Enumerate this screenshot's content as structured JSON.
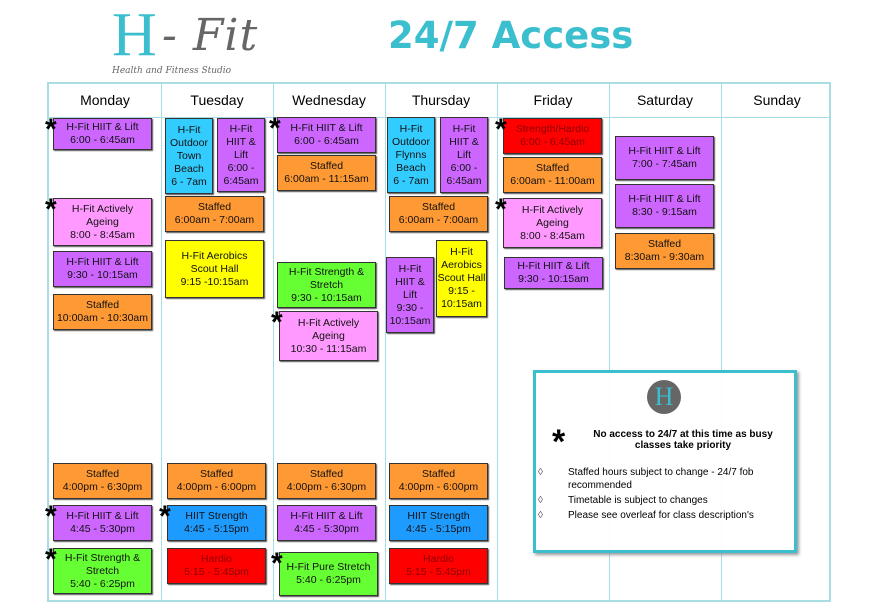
{
  "header": {
    "logo_main": "H",
    "logo_script": "- Fit",
    "logo_tagline": "Health and Fitness Studio",
    "title": "24/7 Access"
  },
  "days": [
    "Monday",
    "Tuesday",
    "Wednesday",
    "Thursday",
    "Friday",
    "Saturday",
    "Sunday"
  ],
  "colors": {
    "purple": "#cc66ff",
    "pink": "#ff99ff",
    "orange": "#ff9933",
    "cyan": "#33ccff",
    "yellow": "#ffff00",
    "green": "#66ff33",
    "blue": "#1e9bff",
    "red": "#ff0000",
    "accent": "#3bbfcf"
  },
  "schedule": {
    "blocks": [
      {
        "day": "Monday",
        "lines": [
          "H-Fit HIIT & Lift",
          "6:00 - 6:45am"
        ],
        "color": "purple",
        "no_access": true
      },
      {
        "day": "Monday",
        "lines": [
          "H-Fit Actively",
          "Ageing",
          "8:00 - 8:45am"
        ],
        "color": "pink",
        "no_access": true
      },
      {
        "day": "Monday",
        "lines": [
          "H-Fit HIIT & Lift",
          "9:30 - 10:15am"
        ],
        "color": "purple",
        "no_access": false
      },
      {
        "day": "Monday",
        "lines": [
          "Staffed",
          "10:00am - 10:30am"
        ],
        "color": "orange",
        "no_access": false
      },
      {
        "day": "Monday",
        "lines": [
          "Staffed",
          "4:00pm - 6:30pm"
        ],
        "color": "orange",
        "no_access": false
      },
      {
        "day": "Monday",
        "lines": [
          "H-Fit HIIT & Lift",
          "4:45 - 5:30pm"
        ],
        "color": "purple",
        "no_access": true
      },
      {
        "day": "Monday",
        "lines": [
          "H-Fit Strength &",
          "Stretch",
          "5:40 - 6:25pm"
        ],
        "color": "green",
        "no_access": true
      },
      {
        "day": "Tuesday",
        "lines": [
          "H-Fit",
          "Outdoor",
          "Town",
          "Beach",
          "6 - 7am"
        ],
        "color": "cyan",
        "no_access": false
      },
      {
        "day": "Tuesday",
        "lines": [
          "H-Fit",
          "HIIT &",
          "Lift",
          "6:00 -",
          "6:45am"
        ],
        "color": "purple",
        "no_access": false
      },
      {
        "day": "Tuesday",
        "lines": [
          "Staffed",
          "6:00am  - 7:00am"
        ],
        "color": "orange",
        "no_access": false
      },
      {
        "day": "Tuesday",
        "lines": [
          "H-Fit Aerobics",
          "Scout Hall",
          "9:15 -10:15am"
        ],
        "color": "yellow",
        "no_access": false
      },
      {
        "day": "Tuesday",
        "lines": [
          "Staffed",
          "4:00pm - 6:00pm"
        ],
        "color": "orange",
        "no_access": false
      },
      {
        "day": "Tuesday",
        "lines": [
          "HIIT Strength",
          "4:45 - 5:15pm"
        ],
        "color": "blue",
        "no_access": true
      },
      {
        "day": "Tuesday",
        "lines": [
          "Hardio",
          "5:15 - 5:45pm"
        ],
        "color": "red",
        "no_access": false
      },
      {
        "day": "Wednesday",
        "lines": [
          "H-Fit HIIT & Lift",
          "6:00 - 6:45am"
        ],
        "color": "purple",
        "no_access": true
      },
      {
        "day": "Wednesday",
        "lines": [
          "Staffed",
          "6:00am - 11:15am"
        ],
        "color": "orange",
        "no_access": false
      },
      {
        "day": "Wednesday",
        "lines": [
          "H-Fit Strength &",
          "Stretch",
          "9:30 - 10:15am"
        ],
        "color": "green",
        "no_access": false
      },
      {
        "day": "Wednesday",
        "lines": [
          "H-Fit Actively",
          "Ageing",
          "10:30 - 11:15am"
        ],
        "color": "pink",
        "no_access": true
      },
      {
        "day": "Wednesday",
        "lines": [
          "Staffed",
          "4:00pm - 6:30pm"
        ],
        "color": "orange",
        "no_access": false
      },
      {
        "day": "Wednesday",
        "lines": [
          "H-Fit HIIT & Lift",
          "4:45 - 5:30pm"
        ],
        "color": "purple",
        "no_access": false
      },
      {
        "day": "Wednesday",
        "lines": [
          "H-Fit Pure Stretch",
          "5:40 - 6:25pm"
        ],
        "color": "green",
        "no_access": true
      },
      {
        "day": "Thursday",
        "lines": [
          "H-Fit",
          "Outdoor",
          "Flynns",
          "Beach",
          "6 - 7am"
        ],
        "color": "cyan",
        "no_access": false
      },
      {
        "day": "Thursday",
        "lines": [
          "H-Fit",
          "HIIT &",
          "Lift",
          "6:00 -",
          "6:45am"
        ],
        "color": "purple",
        "no_access": false
      },
      {
        "day": "Thursday",
        "lines": [
          "Staffed",
          "6:00am  - 7:00am"
        ],
        "color": "orange",
        "no_access": false
      },
      {
        "day": "Thursday",
        "lines": [
          "H-Fit",
          "HIIT &",
          "Lift",
          "9:30 -",
          "10:15am"
        ],
        "color": "purple",
        "no_access": false
      },
      {
        "day": "Thursday",
        "lines": [
          "H-Fit",
          "Aerobics",
          "Scout Hall",
          "9:15 -",
          "10:15am"
        ],
        "color": "yellow",
        "no_access": false
      },
      {
        "day": "Thursday",
        "lines": [
          "Staffed",
          "4:00pm - 6:00pm"
        ],
        "color": "orange",
        "no_access": false
      },
      {
        "day": "Thursday",
        "lines": [
          "HIIT Strength",
          "4:45 - 5:15pm"
        ],
        "color": "blue",
        "no_access": false
      },
      {
        "day": "Thursday",
        "lines": [
          "Hardio",
          "5:15 - 5:45pm"
        ],
        "color": "red",
        "no_access": false
      },
      {
        "day": "Friday",
        "lines": [
          "Strength/Hardio",
          "6:00 - 6:45am"
        ],
        "color": "red",
        "no_access": true
      },
      {
        "day": "Friday",
        "lines": [
          "Staffed",
          "6:00am - 11:00am"
        ],
        "color": "orange",
        "no_access": false
      },
      {
        "day": "Friday",
        "lines": [
          "H-Fit Actively",
          "Ageing",
          "8:00 - 8:45am"
        ],
        "color": "pink",
        "no_access": true
      },
      {
        "day": "Friday",
        "lines": [
          "H-Fit HIIT & Lift",
          "9:30 - 10:15am"
        ],
        "color": "purple",
        "no_access": false
      },
      {
        "day": "Saturday",
        "lines": [
          "H-Fit HIIT & Lift",
          "7:00 - 7:45am"
        ],
        "color": "purple",
        "no_access": false
      },
      {
        "day": "Saturday",
        "lines": [
          "H-Fit HIIT & Lift",
          "8:30 - 9:15am"
        ],
        "color": "purple",
        "no_access": false
      },
      {
        "day": "Saturday",
        "lines": [
          "Staffed",
          "8:30am - 9:30am"
        ],
        "color": "orange",
        "no_access": false
      }
    ]
  },
  "notes": {
    "badge": "H",
    "star_symbol": "*",
    "no_access": "No access to 24/7 at this time as busy classes take priority",
    "bullets": [
      "Staffed hours subject to change - 24/7 fob recommended",
      "Timetable is subject to changes",
      "Please see overleaf for class description's"
    ],
    "bullet_symbol": "◊"
  }
}
